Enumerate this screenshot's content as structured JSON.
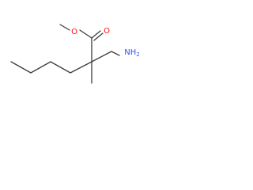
{
  "molecule": {
    "atoms": {
      "oxygen_ether": {
        "label": "O",
        "color": "#ff0d0d"
      },
      "oxygen_carbonyl": {
        "label": "O",
        "color": "#ff0d0d"
      },
      "amine": {
        "label": "NH2",
        "color": "#3050f8"
      }
    },
    "bond_color": "#3d3d3d",
    "background": "#ffffff"
  }
}
